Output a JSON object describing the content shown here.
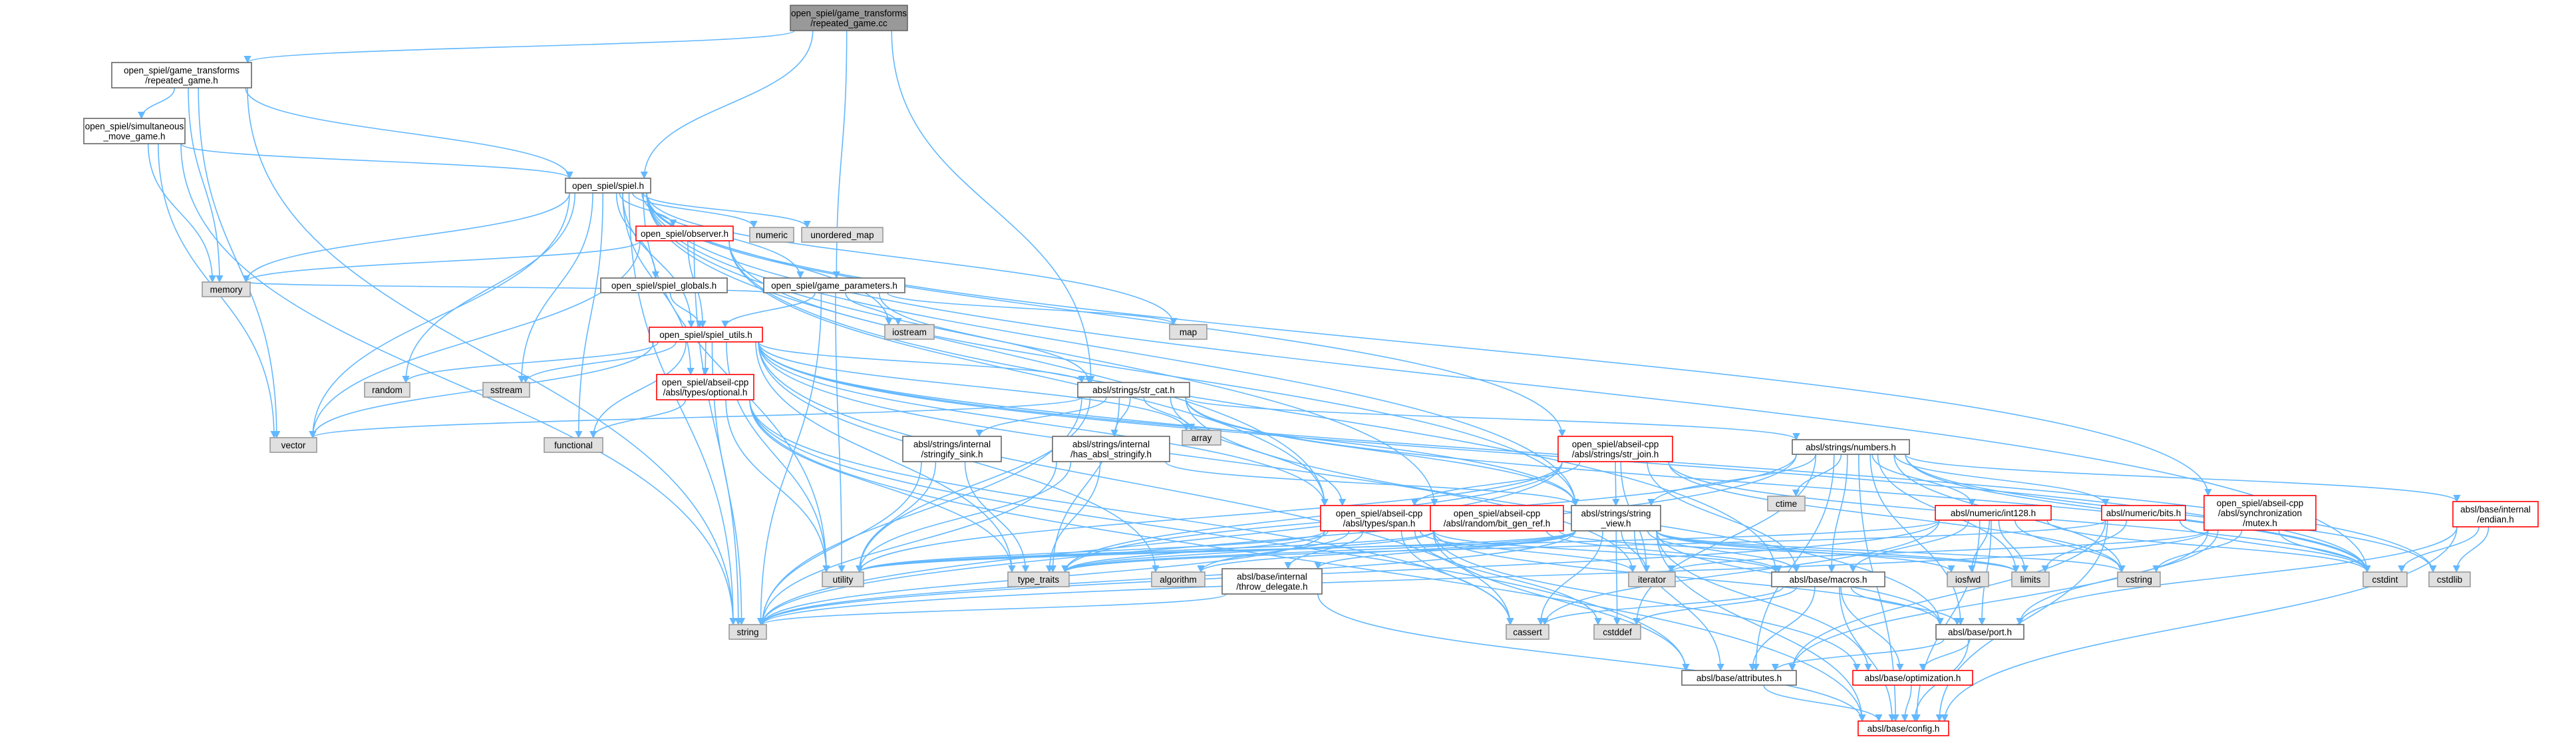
{
  "diagram": {
    "colors": {
      "edge": "#63b8ff",
      "root_fill": "#999999",
      "system_fill": "#e0e0e0",
      "system_border": "#999999",
      "file_fill": "#ffffff",
      "file_border": "#666666",
      "truncated_border": "#ff0000"
    },
    "nodes": [
      {
        "id": "repeated_game_cc",
        "kind": "root",
        "lines": [
          "open_spiel/game_transforms",
          "/repeated_game.cc"
        ]
      },
      {
        "id": "repeated_game_h",
        "kind": "file",
        "lines": [
          "open_spiel/game_transforms",
          "/repeated_game.h"
        ]
      },
      {
        "id": "simultaneous_move_game_h",
        "kind": "file",
        "lines": [
          "open_spiel/simultaneous",
          "_move_game.h"
        ]
      },
      {
        "id": "spiel_h",
        "kind": "file",
        "lines": [
          "open_spiel/spiel.h"
        ]
      },
      {
        "id": "observer_h",
        "kind": "truncated",
        "lines": [
          "open_spiel/observer.h"
        ]
      },
      {
        "id": "numeric",
        "kind": "system",
        "lines": [
          "numeric"
        ]
      },
      {
        "id": "unordered_map",
        "kind": "system",
        "lines": [
          "unordered_map"
        ]
      },
      {
        "id": "spiel_globals_h",
        "kind": "file",
        "lines": [
          "open_spiel/spiel_globals.h"
        ]
      },
      {
        "id": "game_parameters_h",
        "kind": "file",
        "lines": [
          "open_spiel/game_parameters.h"
        ]
      },
      {
        "id": "memory",
        "kind": "system",
        "lines": [
          "memory"
        ]
      },
      {
        "id": "iostream",
        "kind": "system",
        "lines": [
          "iostream"
        ]
      },
      {
        "id": "map",
        "kind": "system",
        "lines": [
          "map"
        ]
      },
      {
        "id": "spiel_utils_h",
        "kind": "truncated",
        "lines": [
          "open_spiel/spiel_utils.h"
        ]
      },
      {
        "id": "random",
        "kind": "system",
        "lines": [
          "random"
        ]
      },
      {
        "id": "sstream",
        "kind": "system",
        "lines": [
          "sstream"
        ]
      },
      {
        "id": "optional_h",
        "kind": "truncated",
        "lines": [
          "open_spiel/abseil-cpp",
          "/absl/types/optional.h"
        ]
      },
      {
        "id": "str_cat_h",
        "kind": "file",
        "lines": [
          "absl/strings/str_cat.h"
        ]
      },
      {
        "id": "array",
        "kind": "system",
        "lines": [
          "array"
        ]
      },
      {
        "id": "functional",
        "kind": "system",
        "lines": [
          "functional"
        ]
      },
      {
        "id": "vector",
        "kind": "system",
        "lines": [
          "vector"
        ]
      },
      {
        "id": "stringify_sink_h",
        "kind": "file",
        "lines": [
          "absl/strings/internal",
          "/stringify_sink.h"
        ]
      },
      {
        "id": "has_absl_stringify_h",
        "kind": "file",
        "lines": [
          "absl/strings/internal",
          "/has_absl_stringify.h"
        ]
      },
      {
        "id": "str_join_h",
        "kind": "truncated",
        "lines": [
          "open_spiel/abseil-cpp",
          "/absl/strings/str_join.h"
        ]
      },
      {
        "id": "numbers_h",
        "kind": "file",
        "lines": [
          "absl/strings/numbers.h"
        ]
      },
      {
        "id": "ctime",
        "kind": "system",
        "lines": [
          "ctime"
        ]
      },
      {
        "id": "mutex_h",
        "kind": "truncated",
        "lines": [
          "open_spiel/abseil-cpp",
          "/absl/synchronization",
          "/mutex.h"
        ]
      },
      {
        "id": "endian_h",
        "kind": "truncated",
        "lines": [
          "absl/base/internal",
          "/endian.h"
        ]
      },
      {
        "id": "span_h",
        "kind": "truncated",
        "lines": [
          "open_spiel/abseil-cpp",
          "/absl/types/span.h"
        ]
      },
      {
        "id": "bit_gen_ref_h",
        "kind": "truncated",
        "lines": [
          "open_spiel/abseil-cpp",
          "/absl/random/bit_gen_ref.h"
        ]
      },
      {
        "id": "string_view_h",
        "kind": "file",
        "lines": [
          "absl/strings/string",
          "_view.h"
        ]
      },
      {
        "id": "int128_h",
        "kind": "truncated",
        "lines": [
          "absl/numeric/int128.h"
        ]
      },
      {
        "id": "bits_h",
        "kind": "truncated",
        "lines": [
          "absl/numeric/bits.h"
        ]
      },
      {
        "id": "utility",
        "kind": "system",
        "lines": [
          "utility"
        ]
      },
      {
        "id": "type_traits",
        "kind": "system",
        "lines": [
          "type_traits"
        ]
      },
      {
        "id": "algorithm",
        "kind": "system",
        "lines": [
          "algorithm"
        ]
      },
      {
        "id": "throw_delegate_h",
        "kind": "file",
        "lines": [
          "absl/base/internal",
          "/throw_delegate.h"
        ]
      },
      {
        "id": "iterator",
        "kind": "system",
        "lines": [
          "iterator"
        ]
      },
      {
        "id": "macros_h",
        "kind": "file",
        "lines": [
          "absl/base/macros.h"
        ]
      },
      {
        "id": "iosfwd",
        "kind": "system",
        "lines": [
          "iosfwd"
        ]
      },
      {
        "id": "limits",
        "kind": "system",
        "lines": [
          "limits"
        ]
      },
      {
        "id": "cstring",
        "kind": "system",
        "lines": [
          "cstring"
        ]
      },
      {
        "id": "cstdint",
        "kind": "system",
        "lines": [
          "cstdint"
        ]
      },
      {
        "id": "cstdlib",
        "kind": "system",
        "lines": [
          "cstdlib"
        ]
      },
      {
        "id": "string",
        "kind": "system",
        "lines": [
          "string"
        ]
      },
      {
        "id": "cassert",
        "kind": "system",
        "lines": [
          "cassert"
        ]
      },
      {
        "id": "cstddef",
        "kind": "system",
        "lines": [
          "cstddef"
        ]
      },
      {
        "id": "port_h",
        "kind": "file",
        "lines": [
          "absl/base/port.h"
        ]
      },
      {
        "id": "attributes_h",
        "kind": "file",
        "lines": [
          "absl/base/attributes.h"
        ]
      },
      {
        "id": "optimization_h",
        "kind": "truncated",
        "lines": [
          "absl/base/optimization.h"
        ]
      },
      {
        "id": "config_h",
        "kind": "truncated",
        "lines": [
          "absl/base/config.h"
        ]
      }
    ],
    "edges": [
      [
        "repeated_game_cc",
        "repeated_game_h"
      ],
      [
        "repeated_game_cc",
        "spiel_h"
      ],
      [
        "repeated_game_cc",
        "game_parameters_h"
      ],
      [
        "repeated_game_cc",
        "str_cat_h"
      ],
      [
        "repeated_game_h",
        "simultaneous_move_game_h"
      ],
      [
        "repeated_game_h",
        "spiel_h"
      ],
      [
        "repeated_game_h",
        "memory"
      ],
      [
        "repeated_game_h",
        "string"
      ],
      [
        "repeated_game_h",
        "vector"
      ],
      [
        "simultaneous_move_game_h",
        "spiel_h"
      ],
      [
        "simultaneous_move_game_h",
        "memory"
      ],
      [
        "simultaneous_move_game_h",
        "string"
      ],
      [
        "simultaneous_move_game_h",
        "vector"
      ],
      [
        "spiel_h",
        "observer_h"
      ],
      [
        "spiel_h",
        "numeric"
      ],
      [
        "spiel_h",
        "unordered_map"
      ],
      [
        "spiel_h",
        "spiel_globals_h"
      ],
      [
        "spiel_h",
        "game_parameters_h"
      ],
      [
        "spiel_h",
        "spiel_utils_h"
      ],
      [
        "spiel_h",
        "memory"
      ],
      [
        "spiel_h",
        "iostream"
      ],
      [
        "spiel_h",
        "map"
      ],
      [
        "spiel_h",
        "random"
      ],
      [
        "spiel_h",
        "sstream"
      ],
      [
        "spiel_h",
        "functional"
      ],
      [
        "spiel_h",
        "vector"
      ],
      [
        "spiel_h",
        "string"
      ],
      [
        "spiel_h",
        "utility"
      ],
      [
        "spiel_h",
        "optional_h"
      ],
      [
        "spiel_h",
        "str_join_h"
      ],
      [
        "spiel_h",
        "span_h"
      ],
      [
        "spiel_h",
        "bit_gen_ref_h"
      ],
      [
        "spiel_h",
        "mutex_h"
      ],
      [
        "spiel_h",
        "string_view_h"
      ],
      [
        "spiel_h",
        "cstdint"
      ],
      [
        "observer_h",
        "spiel_utils_h"
      ],
      [
        "observer_h",
        "memory"
      ],
      [
        "observer_h",
        "vector"
      ],
      [
        "observer_h",
        "string"
      ],
      [
        "observer_h",
        "span_h"
      ],
      [
        "observer_h",
        "string_view_h"
      ],
      [
        "observer_h",
        "macros_h"
      ],
      [
        "spiel_globals_h",
        "spiel_utils_h"
      ],
      [
        "game_parameters_h",
        "spiel_utils_h"
      ],
      [
        "game_parameters_h",
        "memory"
      ],
      [
        "game_parameters_h",
        "iostream"
      ],
      [
        "game_parameters_h",
        "map"
      ],
      [
        "game_parameters_h",
        "string"
      ],
      [
        "game_parameters_h",
        "utility"
      ],
      [
        "game_parameters_h",
        "str_cat_h"
      ],
      [
        "spiel_utils_h",
        "random"
      ],
      [
        "spiel_utils_h",
        "sstream"
      ],
      [
        "spiel_utils_h",
        "optional_h"
      ],
      [
        "spiel_utils_h",
        "str_cat_h"
      ],
      [
        "spiel_utils_h",
        "array"
      ],
      [
        "spiel_utils_h",
        "functional"
      ],
      [
        "spiel_utils_h",
        "vector"
      ],
      [
        "spiel_utils_h",
        "string"
      ],
      [
        "spiel_utils_h",
        "utility"
      ],
      [
        "spiel_utils_h",
        "type_traits"
      ],
      [
        "spiel_utils_h",
        "span_h"
      ],
      [
        "spiel_utils_h",
        "string_view_h"
      ],
      [
        "spiel_utils_h",
        "algorithm"
      ],
      [
        "spiel_utils_h",
        "cstdint"
      ],
      [
        "spiel_utils_h",
        "cstdlib"
      ],
      [
        "spiel_utils_h",
        "cassert"
      ],
      [
        "spiel_utils_h",
        "iterator"
      ],
      [
        "optional_h",
        "functional"
      ],
      [
        "optional_h",
        "utility"
      ],
      [
        "optional_h",
        "type_traits"
      ],
      [
        "optional_h",
        "attributes_h"
      ],
      [
        "optional_h",
        "config_h"
      ],
      [
        "optional_h",
        "cassert"
      ],
      [
        "str_cat_h",
        "array"
      ],
      [
        "str_cat_h",
        "vector"
      ],
      [
        "str_cat_h",
        "stringify_sink_h"
      ],
      [
        "str_cat_h",
        "has_absl_stringify_h"
      ],
      [
        "str_cat_h",
        "numbers_h"
      ],
      [
        "str_cat_h",
        "string_view_h"
      ],
      [
        "str_cat_h",
        "utility"
      ],
      [
        "str_cat_h",
        "type_traits"
      ],
      [
        "str_cat_h",
        "string"
      ],
      [
        "str_cat_h",
        "cstdint"
      ],
      [
        "str_cat_h",
        "span_h"
      ],
      [
        "str_cat_h",
        "port_h"
      ],
      [
        "stringify_sink_h",
        "string"
      ],
      [
        "stringify_sink_h",
        "utility"
      ],
      [
        "stringify_sink_h",
        "type_traits"
      ],
      [
        "has_absl_stringify_h",
        "string"
      ],
      [
        "has_absl_stringify_h",
        "utility"
      ],
      [
        "has_absl_stringify_h",
        "type_traits"
      ],
      [
        "has_absl_stringify_h",
        "string_view_h"
      ],
      [
        "str_join_h",
        "string_view_h"
      ],
      [
        "str_join_h",
        "span_h"
      ],
      [
        "str_join_h",
        "string"
      ],
      [
        "str_join_h",
        "utility"
      ],
      [
        "str_join_h",
        "type_traits"
      ],
      [
        "str_join_h",
        "iterator"
      ],
      [
        "str_join_h",
        "cstring"
      ],
      [
        "str_join_h",
        "macros_h"
      ],
      [
        "str_join_h",
        "cstdint"
      ],
      [
        "numbers_h",
        "string_view_h"
      ],
      [
        "numbers_h",
        "ctime"
      ],
      [
        "numbers_h",
        "int128_h"
      ],
      [
        "numbers_h",
        "bits_h"
      ],
      [
        "numbers_h",
        "endian_h"
      ],
      [
        "numbers_h",
        "macros_h"
      ],
      [
        "numbers_h",
        "port_h"
      ],
      [
        "numbers_h",
        "limits"
      ],
      [
        "numbers_h",
        "cstring"
      ],
      [
        "numbers_h",
        "cstdint"
      ],
      [
        "numbers_h",
        "cstdlib"
      ],
      [
        "numbers_h",
        "string"
      ],
      [
        "numbers_h",
        "type_traits"
      ],
      [
        "numbers_h",
        "config_h"
      ],
      [
        "numbers_h",
        "attributes_h"
      ],
      [
        "numbers_h",
        "cstddef"
      ],
      [
        "mutex_h",
        "cstdint"
      ],
      [
        "mutex_h",
        "cstring"
      ],
      [
        "mutex_h",
        "iterator"
      ],
      [
        "mutex_h",
        "string"
      ],
      [
        "mutex_h",
        "attributes_h"
      ],
      [
        "mutex_h",
        "port_h"
      ],
      [
        "endian_h",
        "cstdint"
      ],
      [
        "endian_h",
        "cstdlib"
      ],
      [
        "endian_h",
        "port_h"
      ],
      [
        "endian_h",
        "config_h"
      ],
      [
        "span_h",
        "algorithm"
      ],
      [
        "span_h",
        "cassert"
      ],
      [
        "span_h",
        "cstddef"
      ],
      [
        "span_h",
        "iterator"
      ],
      [
        "span_h",
        "type_traits"
      ],
      [
        "span_h",
        "utility"
      ],
      [
        "span_h",
        "throw_delegate_h"
      ],
      [
        "span_h",
        "macros_h"
      ],
      [
        "span_h",
        "attributes_h"
      ],
      [
        "span_h",
        "optimization_h"
      ],
      [
        "span_h",
        "port_h"
      ],
      [
        "span_h",
        "string"
      ],
      [
        "bit_gen_ref_h",
        "type_traits"
      ],
      [
        "bit_gen_ref_h",
        "utility"
      ],
      [
        "bit_gen_ref_h",
        "macros_h"
      ],
      [
        "bit_gen_ref_h",
        "limits"
      ],
      [
        "string_view_h",
        "algorithm"
      ],
      [
        "string_view_h",
        "cassert"
      ],
      [
        "string_view_h",
        "cstddef"
      ],
      [
        "string_view_h",
        "cstring"
      ],
      [
        "string_view_h",
        "iosfwd"
      ],
      [
        "string_view_h",
        "iterator"
      ],
      [
        "string_view_h",
        "limits"
      ],
      [
        "string_view_h",
        "string"
      ],
      [
        "string_view_h",
        "throw_delegate_h"
      ],
      [
        "string_view_h",
        "macros_h"
      ],
      [
        "string_view_h",
        "attributes_h"
      ],
      [
        "string_view_h",
        "optimization_h"
      ],
      [
        "string_view_h",
        "port_h"
      ],
      [
        "string_view_h",
        "config_h"
      ],
      [
        "string_view_h",
        "type_traits"
      ],
      [
        "string_view_h",
        "utility"
      ],
      [
        "int128_h",
        "cassert"
      ],
      [
        "int128_h",
        "cstdint"
      ],
      [
        "int128_h",
        "cstring"
      ],
      [
        "int128_h",
        "iosfwd"
      ],
      [
        "int128_h",
        "limits"
      ],
      [
        "int128_h",
        "string"
      ],
      [
        "int128_h",
        "utility"
      ],
      [
        "int128_h",
        "macros_h"
      ],
      [
        "int128_h",
        "port_h"
      ],
      [
        "int128_h",
        "config_h"
      ],
      [
        "bits_h",
        "cstdint"
      ],
      [
        "bits_h",
        "limits"
      ],
      [
        "bits_h",
        "type_traits"
      ],
      [
        "bits_h",
        "attributes_h"
      ],
      [
        "bits_h",
        "config_h"
      ],
      [
        "throw_delegate_h",
        "string"
      ],
      [
        "throw_delegate_h",
        "config_h"
      ],
      [
        "macros_h",
        "cassert"
      ],
      [
        "macros_h",
        "cstddef"
      ],
      [
        "macros_h",
        "attributes_h"
      ],
      [
        "macros_h",
        "config_h"
      ],
      [
        "macros_h",
        "optimization_h"
      ],
      [
        "macros_h",
        "port_h"
      ],
      [
        "port_h",
        "attributes_h"
      ],
      [
        "port_h",
        "config_h"
      ],
      [
        "port_h",
        "optimization_h"
      ],
      [
        "attributes_h",
        "config_h"
      ],
      [
        "optimization_h",
        "config_h"
      ]
    ]
  }
}
